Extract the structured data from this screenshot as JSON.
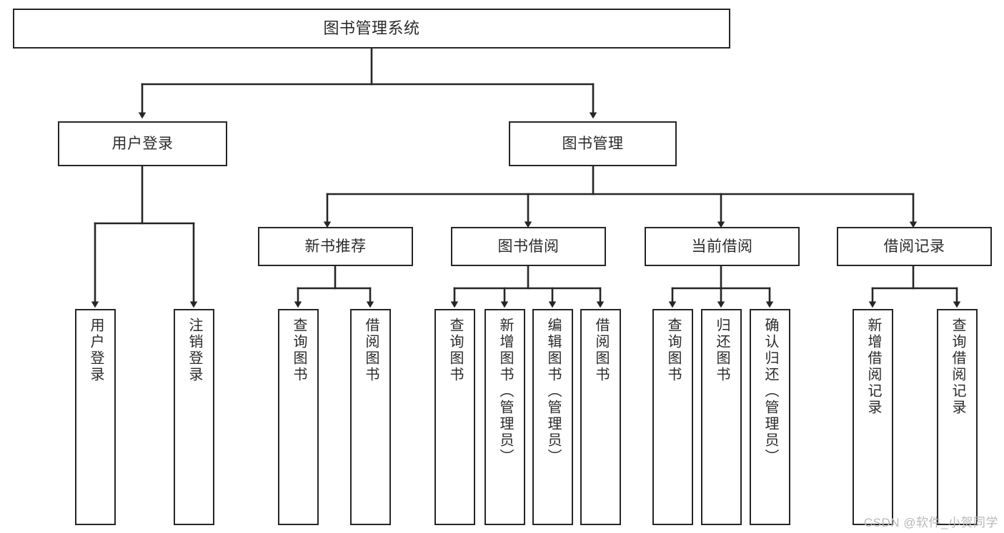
{
  "diagram": {
    "title": "图书管理系统",
    "type": "tree-hierarchy-chart",
    "watermark": "CSDN @软件_小贺同学",
    "colors": {
      "box_border": "#262626",
      "box_fill": "#ffffff",
      "text": "#2b2b2b",
      "edge": "#262626",
      "watermark": "#b9b9b9",
      "background": "#ffffff"
    },
    "nodes": {
      "root": {
        "label": "图书管理系统"
      },
      "level2": [
        {
          "id": "user-login",
          "label": "用户登录"
        },
        {
          "id": "book-management",
          "label": "图书管理"
        }
      ],
      "level3": [
        {
          "id": "new-book-recommend",
          "label": "新书推荐"
        },
        {
          "id": "book-borrow",
          "label": "图书借阅"
        },
        {
          "id": "current-borrow",
          "label": "当前借阅"
        },
        {
          "id": "borrow-record",
          "label": "借阅记录"
        }
      ],
      "leaves": {
        "user_login": [
          {
            "id": "leaf-user-login",
            "label": "用户登录"
          },
          {
            "id": "leaf-logout-login",
            "label": "注销登录"
          }
        ],
        "new_book_recommend": [
          {
            "id": "leaf-query-book-1",
            "label": "查询图书"
          },
          {
            "id": "leaf-borrow-book-1",
            "label": "借阅图书"
          }
        ],
        "book_borrow": [
          {
            "id": "leaf-query-book-2",
            "label": "查询图书"
          },
          {
            "id": "leaf-add-book",
            "label": "新增图书（管理员）"
          },
          {
            "id": "leaf-edit-book",
            "label": "编辑图书（管理员）"
          },
          {
            "id": "leaf-borrow-book-2",
            "label": "借阅图书"
          }
        ],
        "current_borrow": [
          {
            "id": "leaf-query-book-3",
            "label": "查询图书"
          },
          {
            "id": "leaf-return-book",
            "label": "归还图书"
          },
          {
            "id": "leaf-confirm-return",
            "label": "确认归还（管理员）"
          }
        ],
        "borrow_record": [
          {
            "id": "leaf-add-borrow-record",
            "label": "新增借阅记录"
          },
          {
            "id": "leaf-query-borrow-record",
            "label": "查询借阅记录"
          }
        ]
      }
    }
  }
}
